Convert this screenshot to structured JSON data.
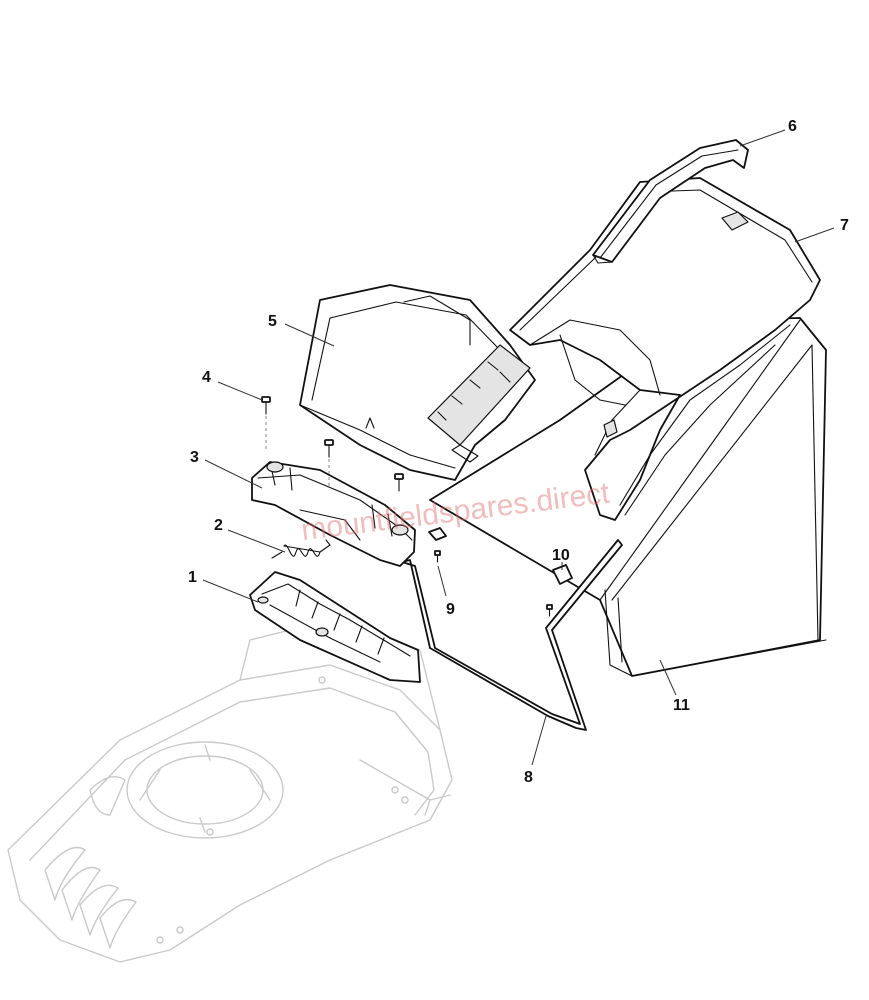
{
  "watermark": "mountfieldspares.direct",
  "callouts": [
    {
      "id": "1",
      "label": "1"
    },
    {
      "id": "2",
      "label": "2"
    },
    {
      "id": "3",
      "label": "3"
    },
    {
      "id": "4",
      "label": "4"
    },
    {
      "id": "5",
      "label": "5"
    },
    {
      "id": "6",
      "label": "6"
    },
    {
      "id": "7",
      "label": "7"
    },
    {
      "id": "8",
      "label": "8"
    },
    {
      "id": "9",
      "label": "9"
    },
    {
      "id": "10",
      "label": "10"
    },
    {
      "id": "11",
      "label": "11"
    }
  ]
}
